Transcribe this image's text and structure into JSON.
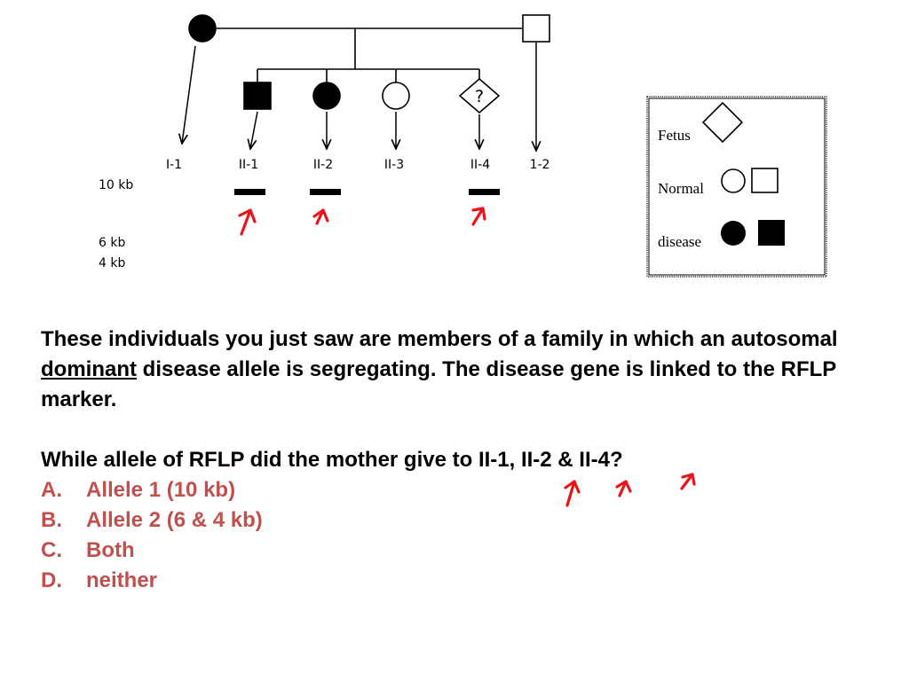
{
  "pedigree": {
    "fetus_symbol_mark": "?",
    "lane_labels": [
      "I-1",
      "II-1",
      "II-2",
      "II-3",
      "II-4",
      "1-2"
    ]
  },
  "gel": {
    "size_labels": [
      "10 kb",
      "6 kb",
      "4 kb"
    ],
    "bands_10kb": [
      "II-1",
      "II-2",
      "II-4"
    ]
  },
  "legend": {
    "fetus": "Fetus",
    "normal": "Normal",
    "disease": "disease"
  },
  "question": {
    "statement_before": "These individuals you just saw are members of a family in which an autosomal ",
    "statement_emphasis": "dominant",
    "statement_after": " disease allele is segregating. The disease gene is linked to the RFLP marker.",
    "prompt": "While allele of RFLP did the mother give to II-1, II-2 & II-4?",
    "options": [
      {
        "letter": "A.",
        "text": "Allele 1 (10 kb)"
      },
      {
        "letter": "B.",
        "text": "Allele 2 (6 & 4 kb)"
      },
      {
        "letter": "C.",
        "text": "Both"
      },
      {
        "letter": "D.",
        "text": "neither"
      }
    ]
  },
  "colors": {
    "annotation_arrow": "#e8131b",
    "option_text": "#c0504d"
  }
}
